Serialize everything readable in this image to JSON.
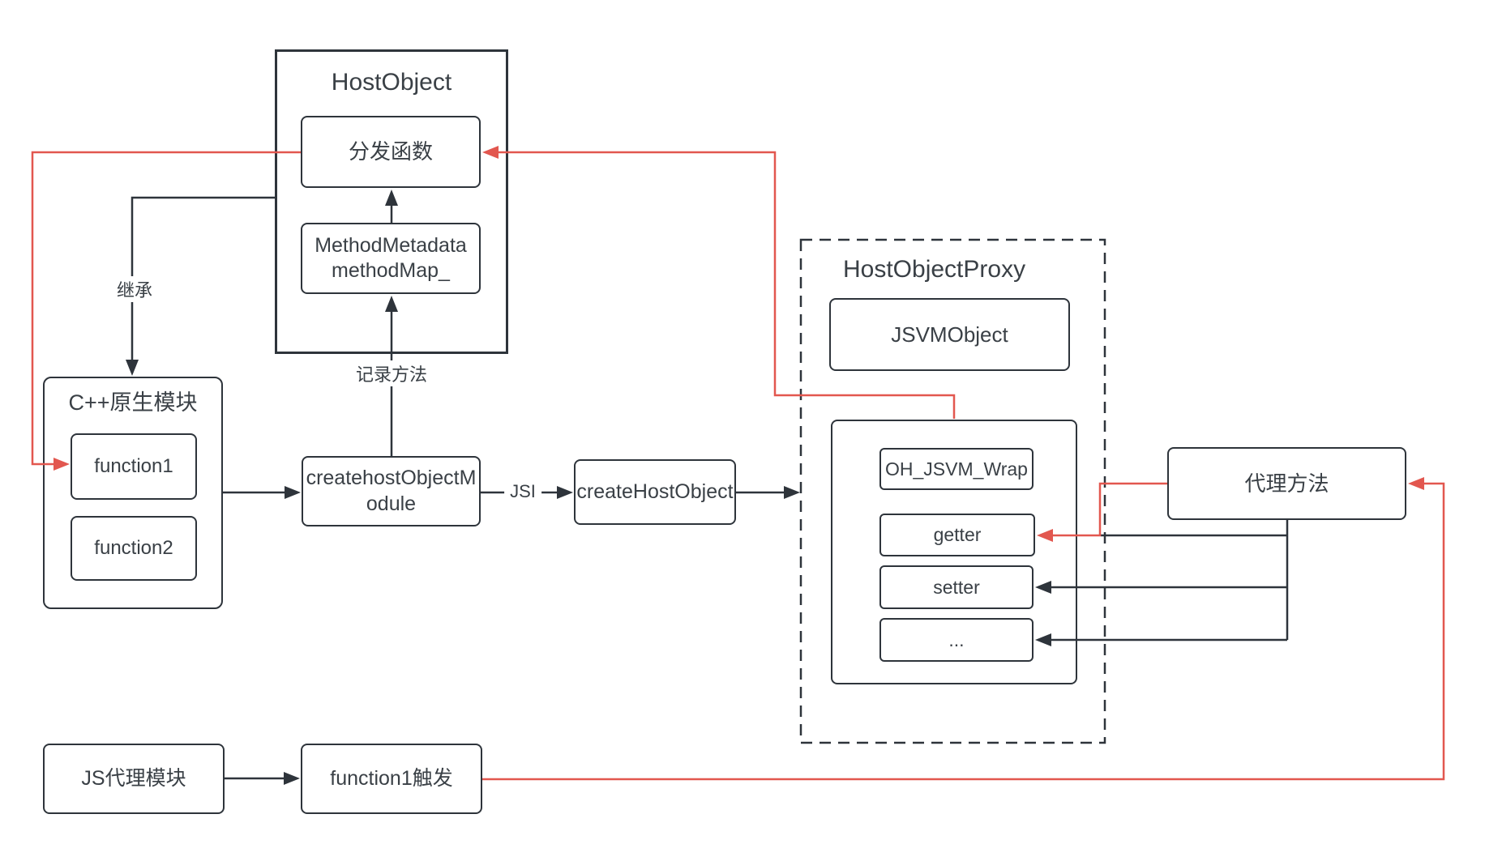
{
  "colors": {
    "line": "#2e343b",
    "accent_red": "#e2574f",
    "text": "#3a4046",
    "background": "#ffffff"
  },
  "host_object": {
    "title": "HostObject",
    "dispatch_label": "分发函数",
    "metadata_line1": "MethodMetadata",
    "metadata_line2": "methodMap_"
  },
  "cpp_module": {
    "title": "C++原生模块",
    "function1_label": "function1",
    "function2_label": "function2"
  },
  "create_module_box": {
    "line1": "createhostObjectM",
    "line2": "odule"
  },
  "create_host_object_label": "createHostObject",
  "proxy": {
    "title": "HostObjectProxy",
    "jsvm_object_label": "JSVMObject",
    "oh_jsvm_wrap_label": "OH_JSVM_Wrap",
    "getter_label": "getter",
    "setter_label": "setter",
    "more_label": "..."
  },
  "proxy_method_label": "代理方法",
  "js_proxy_module_label": "JS代理模块",
  "function1_trigger_label": "function1触发",
  "edge_labels": {
    "inherit": "继承",
    "record_method": "记录方法",
    "jsi": "JSI"
  }
}
